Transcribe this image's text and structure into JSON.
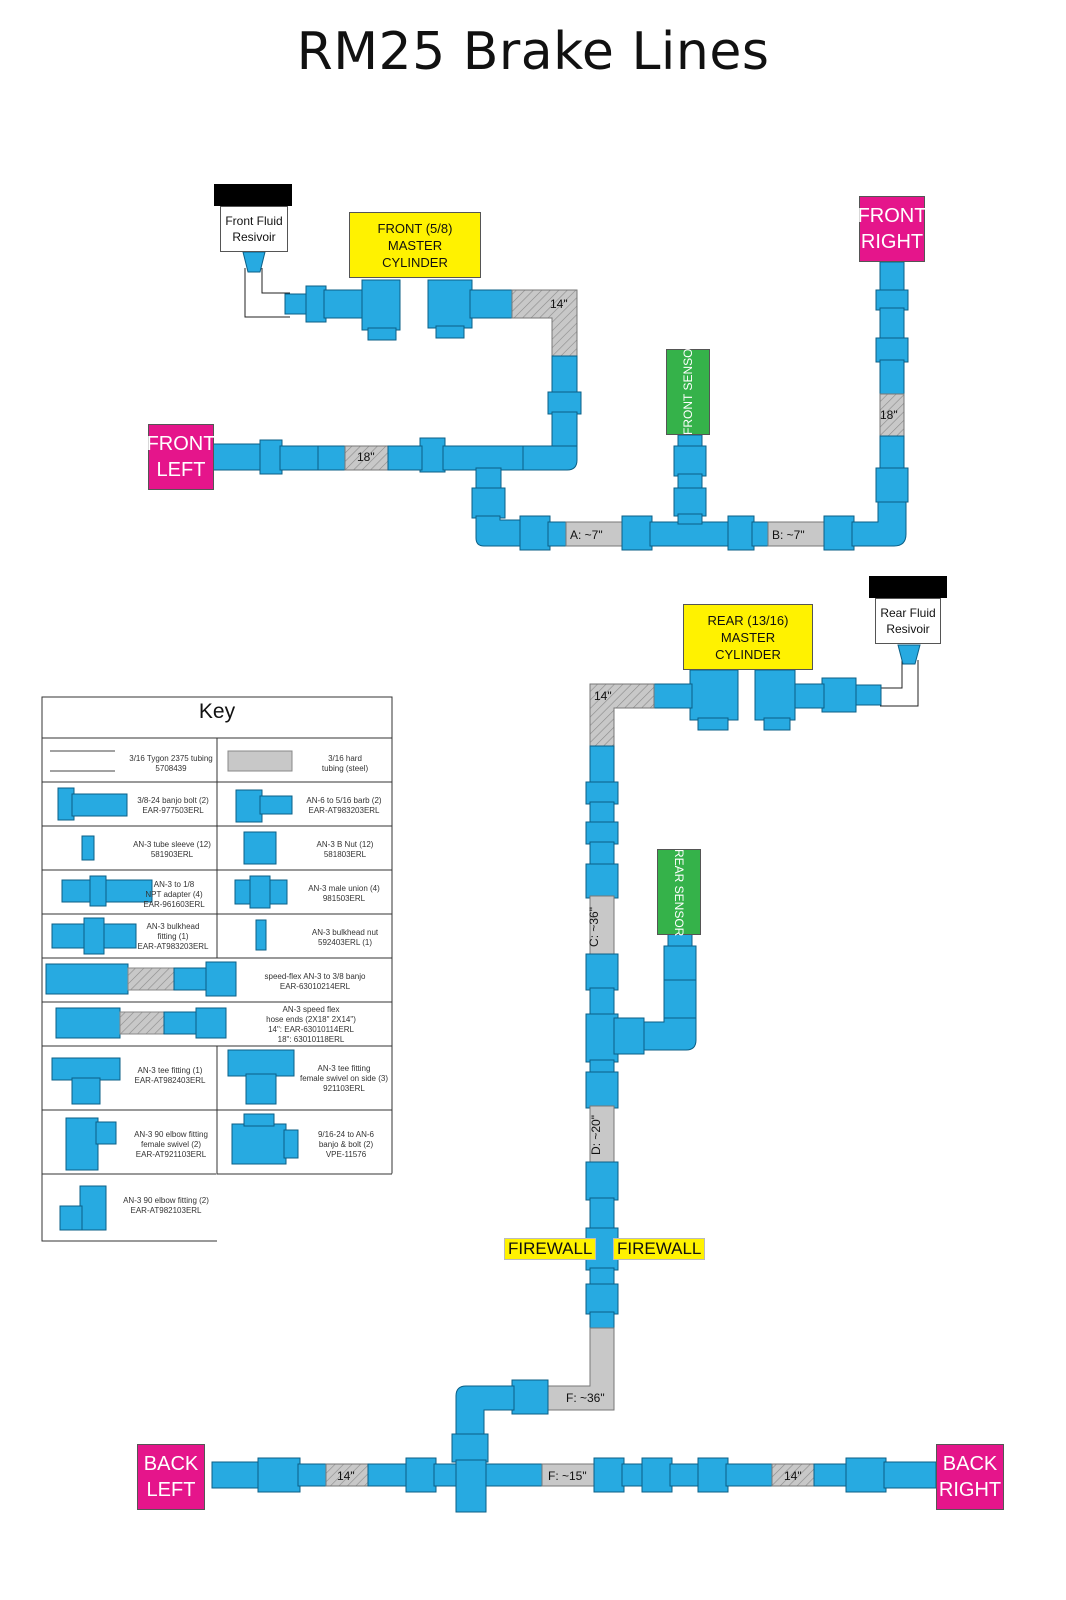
{
  "title": "RM25 Brake Lines",
  "colors": {
    "fitting": "#27aae1",
    "fitting_stroke": "#0b5f86",
    "hard_line": "#c8c8c8",
    "hose": "#c8c8c8",
    "sensor": "#35b24a",
    "wheel": "#e5158b",
    "master_cylinder": "#fff200",
    "firewall": "#fff200"
  },
  "components": {
    "front_reservoir": "Front Fluid Resivoir",
    "front_master": [
      "FRONT (5/8)",
      "MASTER",
      "CYLINDER"
    ],
    "front_right": [
      "FRONT",
      "RIGHT"
    ],
    "front_left": [
      "FRONT",
      "LEFT"
    ],
    "front_sensor": "FRONT SENSOR",
    "rear_master": [
      "REAR (13/16)",
      "MASTER",
      "CYLINDER"
    ],
    "rear_reservoir": "Rear Fluid Resivoir",
    "rear_sensor": "REAR SENSOR",
    "back_left": [
      "BACK",
      "LEFT"
    ],
    "back_right": [
      "BACK",
      "RIGHT"
    ],
    "firewall": "FIREWALL"
  },
  "line_labels": {
    "front_master_out": "14\"",
    "front_right": "18\"",
    "front_left": "18\"",
    "a": "A: ~7\"",
    "b": "B: ~7\"",
    "rear_master_out": "14\"",
    "c": "C: ~36\"",
    "d": "D: ~20\"",
    "f": "F: ~36\"",
    "back_left": "14\"",
    "back_center": "F: ~15\"",
    "back_right": "14\""
  },
  "key": {
    "title": "Key",
    "rows": [
      {
        "left": [
          "3/16 Tygon 2375 tubing",
          "5708439"
        ],
        "right": [
          "3/16 hard",
          "tubing (steel)"
        ]
      },
      {
        "left": [
          "3/8-24 banjo bolt (2)",
          "EAR-977503ERL"
        ],
        "right": [
          "AN-6 to 5/16 barb (2)",
          "EAR-AT983203ERL"
        ]
      },
      {
        "left": [
          "AN-3 tube sleeve (12)",
          "581903ERL"
        ],
        "right": [
          "AN-3 B Nut (12)",
          "581803ERL"
        ]
      },
      {
        "left": [
          "AN-3 to 1/8",
          "NPT adapter (4)",
          "EAR-961603ERL"
        ],
        "right": [
          "AN-3 male union (4)",
          "981503ERL"
        ]
      },
      {
        "left": [
          "AN-3 bulkhead",
          "fitting (1)",
          "EAR-AT983203ERL"
        ],
        "right": [
          "AN-3 bulkhead nut",
          "592403ERL (1)"
        ]
      },
      {
        "full": [
          "speed-flex AN-3 to 3/8 banjo",
          "EAR-63010214ERL"
        ]
      },
      {
        "full": [
          "AN-3 speed flex",
          "hose ends (2X18\" 2X14\")",
          "14\": EAR-63010114ERL",
          "18\": 63010118ERL"
        ]
      },
      {
        "left": [
          "AN-3 tee fitting (1)",
          "EAR-AT982403ERL"
        ],
        "right": [
          "AN-3 tee fitting",
          "female swivel on side (3)",
          "921103ERL"
        ]
      },
      {
        "left": [
          "AN-3 90 elbow fitting",
          "female swivel (2)",
          "EAR-AT921103ERL"
        ],
        "right": [
          "9/16-24 to AN-6",
          "banjo & bolt (2)",
          "VPE-11576"
        ]
      },
      {
        "left": [
          "AN-3 90 elbow fitting (2)",
          "EAR-AT982103ERL"
        ]
      }
    ]
  }
}
